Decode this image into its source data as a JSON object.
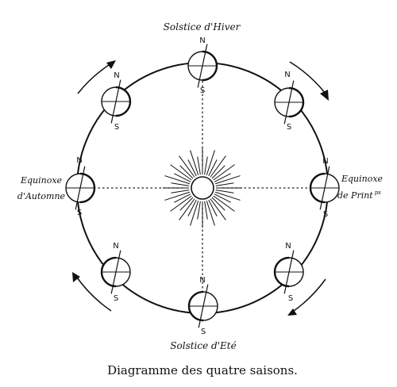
{
  "labels": {
    "top": "Solstice d'Hiver",
    "bottom": "Solstice d'Eté",
    "left_line1": "Equinoxe",
    "left_line2": "d'Automne",
    "right_line1": "Equinoxe",
    "right_line2": "de Print",
    "right_sup": "ps",
    "north": "N",
    "south": "S"
  },
  "caption": "Diagramme des quatre saisons."
}
